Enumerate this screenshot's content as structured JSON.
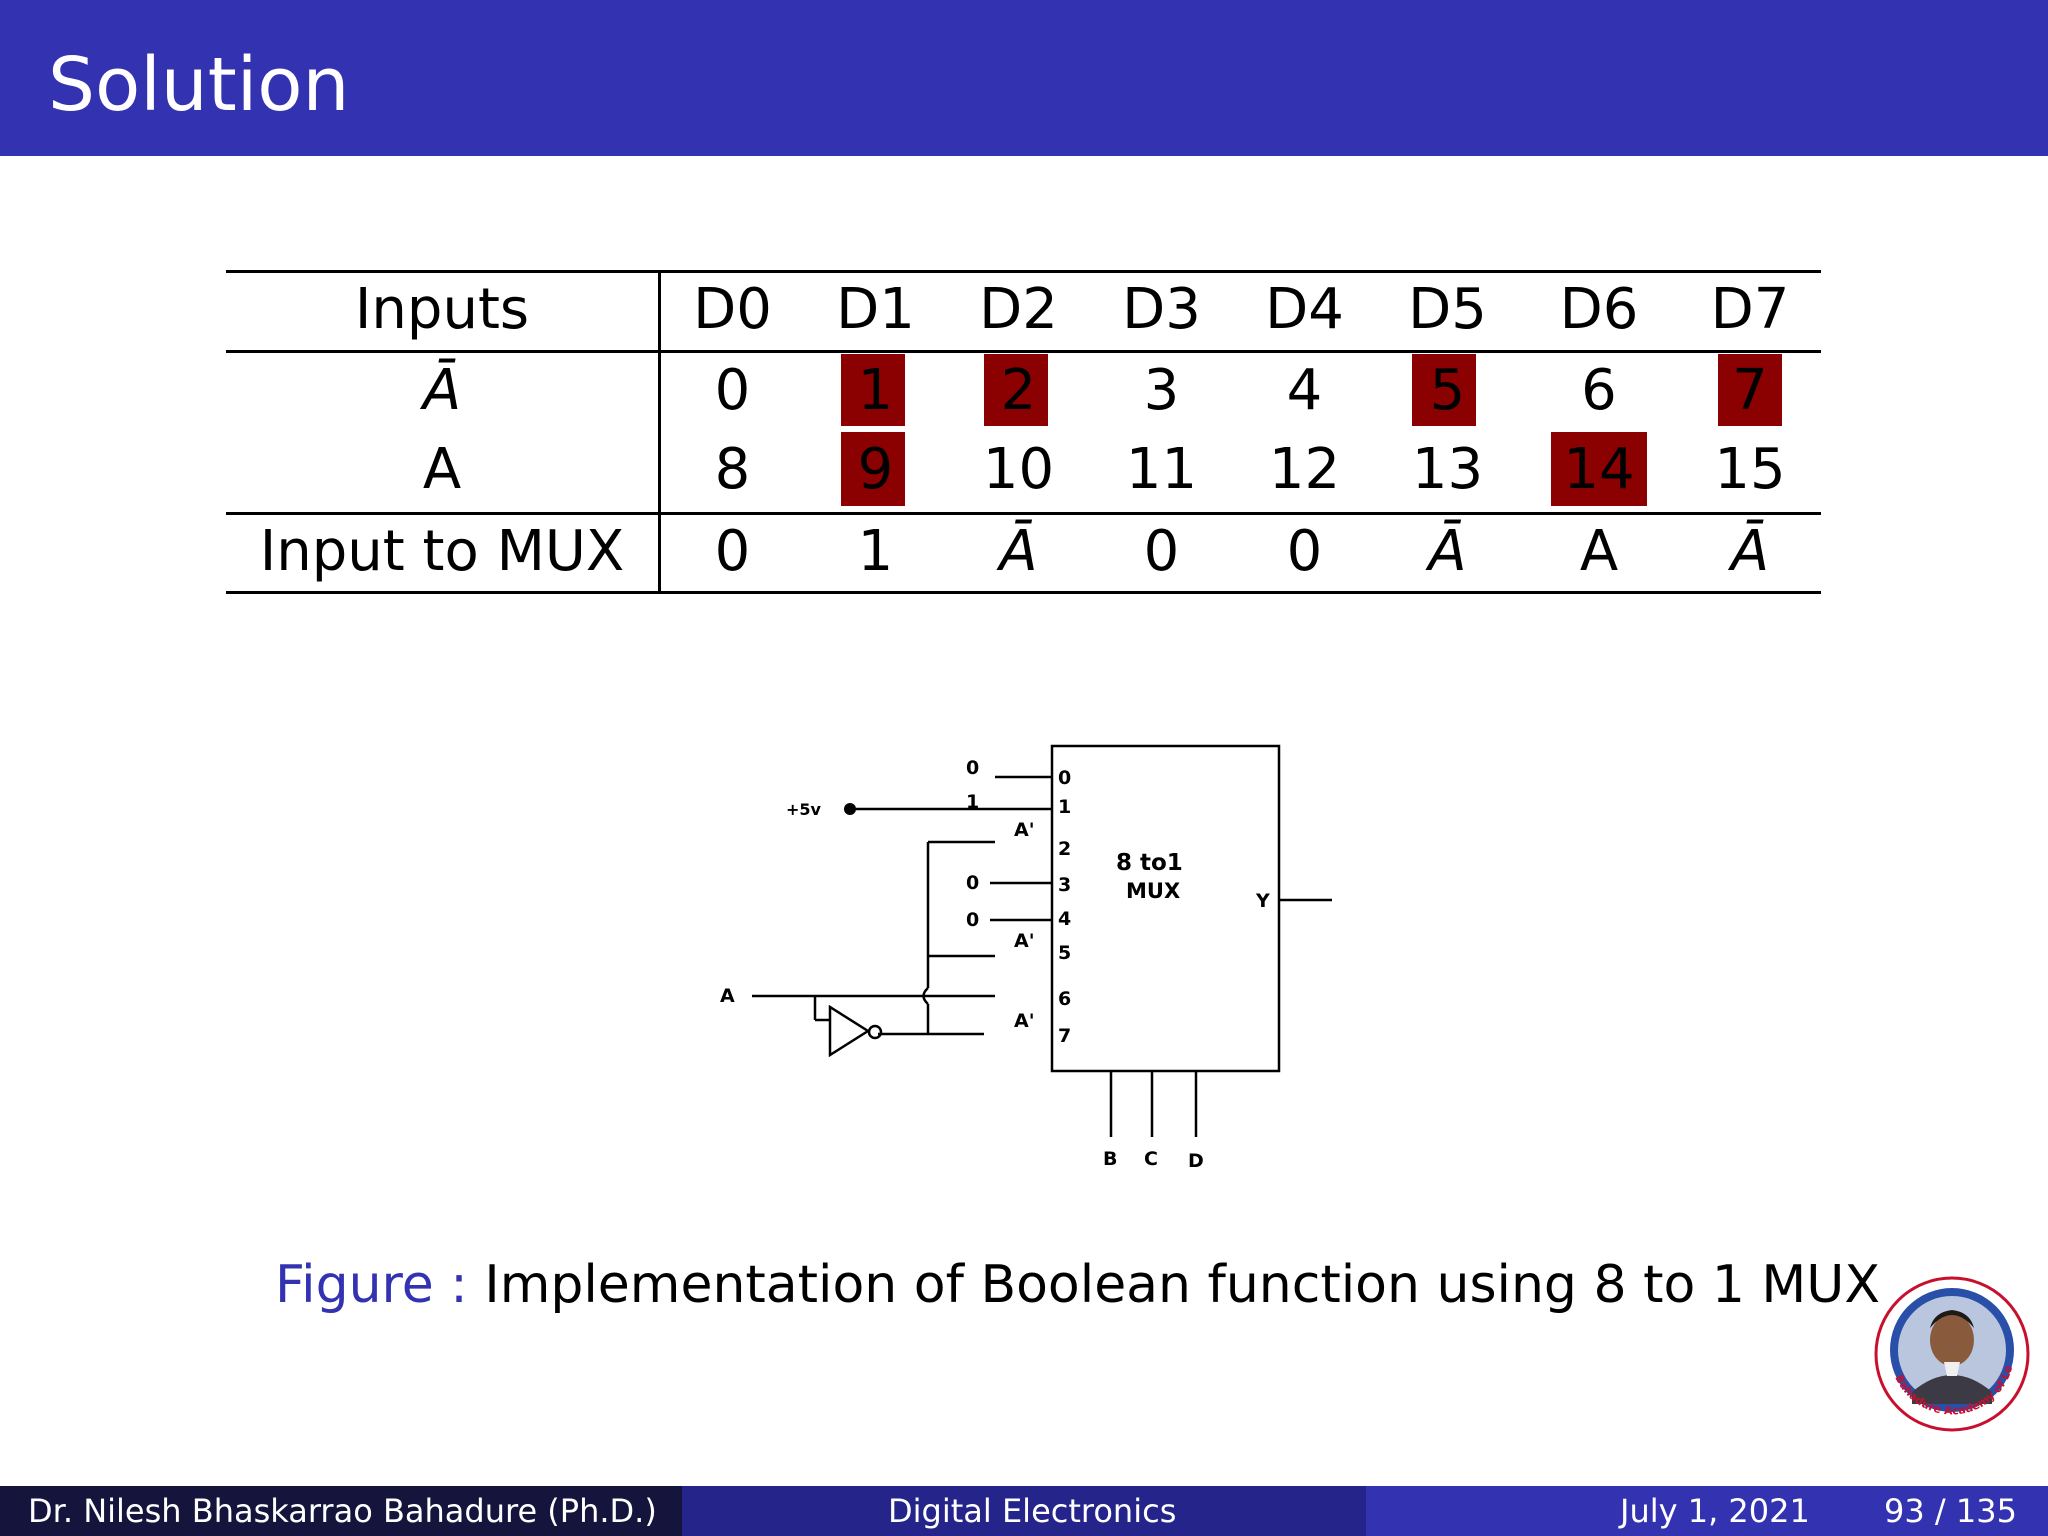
{
  "header": {
    "title": "Solution"
  },
  "table": {
    "corner": "Inputs",
    "columns": [
      "D0",
      "D1",
      "D2",
      "D3",
      "D4",
      "D5",
      "D6",
      "D7"
    ],
    "rows": [
      {
        "label": "Ā",
        "cells": [
          "0",
          "1",
          "2",
          "3",
          "4",
          "5",
          "6",
          "7"
        ]
      },
      {
        "label": "A",
        "cells": [
          "8",
          "9",
          "10",
          "11",
          "12",
          "13",
          "14",
          "15"
        ]
      },
      {
        "label": "Input to MUX",
        "cells": [
          "0",
          "1",
          "Ā",
          "0",
          "0",
          "Ā",
          "A",
          "Ā"
        ]
      }
    ],
    "highlighted_minterms": [
      "1",
      "2",
      "5",
      "7",
      "9",
      "14"
    ],
    "highlight_color": "#8b0000"
  },
  "diagram": {
    "supply_label": "+5v",
    "input_label": "A",
    "block_title": "8 to1",
    "block_subtitle": "MUX",
    "output_label": "Y",
    "line_values": [
      "0",
      "1",
      "0",
      "0"
    ],
    "complement_label": "A'",
    "pin_labels": [
      "0",
      "1",
      "2",
      "3",
      "4",
      "5",
      "6",
      "7"
    ],
    "select_labels": [
      "B",
      "C",
      "D"
    ]
  },
  "caption": {
    "label": "Figure :",
    "text": "Implementation of Boolean function using 8 to 1 MUX"
  },
  "logo": {
    "text": "Bahadure Academy of Learning"
  },
  "footer": {
    "author": "Dr. Nilesh Bhaskarrao Bahadure  (Ph.D.)",
    "course": "Digital Electronics",
    "date": "July 1, 2021",
    "page": "93 / 135"
  },
  "colors": {
    "header_bg": "#3333b2",
    "footer_left": "#14143d",
    "footer_mid": "#24248a",
    "footer_right": "#3333b2"
  }
}
